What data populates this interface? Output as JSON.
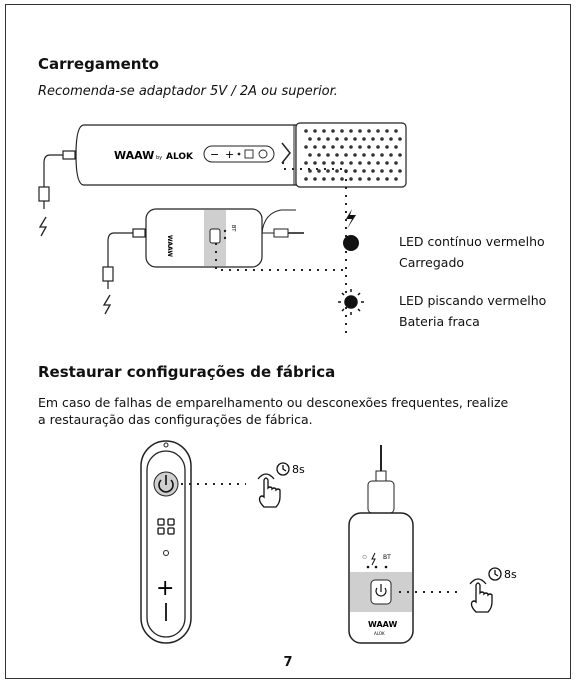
{
  "charging": {
    "title": "Carregamento",
    "subtitle": "Recomenda-se adaptador 5V / 2A ou superior.",
    "mic_brand": "WAAW",
    "mic_brand_small": "by",
    "mic_partner": "ALOK",
    "receiver_brand": "WAAW",
    "receiver_partner": "ALOK",
    "receiver_bt_label": "BT",
    "led_solid_label": "LED contínuo vermelho",
    "led_solid_meaning": "Carregado",
    "led_blink_label": "LED piscando vermelho",
    "led_blink_meaning": "Bateria fraca"
  },
  "reset": {
    "title": "Restaurar configurações de fábrica",
    "description_line1": "Em caso de falhas de emparelhamento ou desconexões frequentes, realize",
    "description_line2": "a restauração das configurações de fábrica.",
    "mic_hold_time": "8s",
    "receiver_hold_time": "8s",
    "receiver_bt_label": "BT",
    "receiver_brand": "WAAW",
    "receiver_partner": "ALOK"
  },
  "page_number": "7",
  "colors": {
    "led_red": "#111111",
    "shade": "#cfcfcf"
  }
}
